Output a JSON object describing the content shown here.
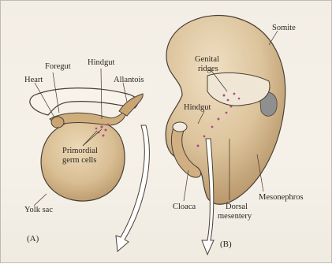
{
  "panel_a": {
    "tag": "(A)",
    "labels": {
      "foregut": "Foregut",
      "hindgut": "Hindgut",
      "heart": "Heart",
      "allantois": "Allantois",
      "primordial_line1": "Primordial",
      "primordial_line2": "germ cells",
      "yolk_sac": "Yolk sac"
    }
  },
  "panel_b": {
    "tag": "(B)",
    "labels": {
      "somite": "Somite",
      "genital_line1": "Genital",
      "genital_line2": "ridges",
      "hindgut": "Hindgut",
      "mesonephros": "Mesonephros",
      "cloaca": "Cloaca",
      "dorsal_line1": "Dorsal",
      "dorsal_line2": "mesentery"
    }
  },
  "colors": {
    "tissue": "#d8bd93",
    "tissue_dark": "#b8976a",
    "germ_cells": "#b04a86",
    "outline": "#4a3f33",
    "arrow_fill": "#ffffff"
  }
}
